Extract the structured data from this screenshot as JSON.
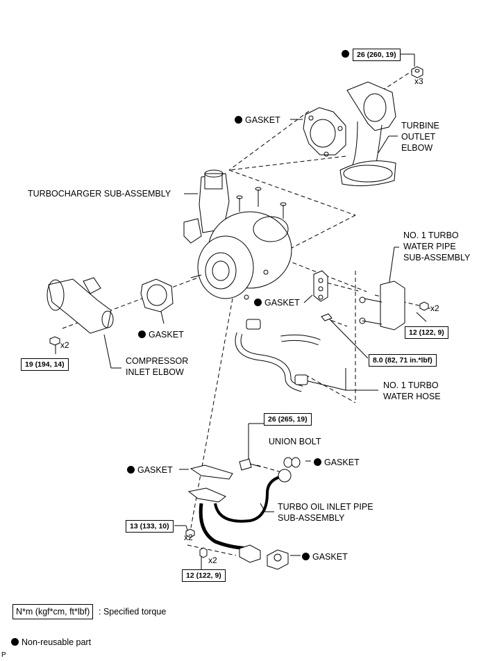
{
  "torques": {
    "t_top": "26 (260, 19)",
    "t_water_pipe": "12 (122, 9)",
    "t_bolt": "8.0 (82, 71 in.*lbf)",
    "t_compressor": "19 (194, 14)",
    "t_union": "26 (265, 19)",
    "t_oil_left": "13 (133, 10)",
    "t_oil_bottom": "12 (122, 9)"
  },
  "multipliers": {
    "m_top": "x3",
    "m_water_pipe": "x2",
    "m_compressor": "x2",
    "m_oil_left": "x2",
    "m_oil_bottom": "x2"
  },
  "labels": {
    "gasket_top": "GASKET",
    "turbine_outlet_elbow": [
      "TURBINE",
      "OUTLET",
      "ELBOW"
    ],
    "turbocharger": "TURBOCHARGER SUB-ASSEMBLY",
    "water_pipe": [
      "NO. 1 TURBO",
      "WATER PIPE",
      "SUB-ASSEMBLY"
    ],
    "gasket_mid": "GASKET",
    "gasket_compressor": "GASKET",
    "compressor_elbow": [
      "COMPRESSOR",
      "INLET ELBOW"
    ],
    "water_hose": [
      "NO. 1 TURBO",
      "WATER HOSE"
    ],
    "union_bolt": "UNION BOLT",
    "gasket_union": "GASKET",
    "gasket_oil_left": "GASKET",
    "oil_pipe": [
      "TURBO OIL INLET PIPE",
      "SUB-ASSEMBLY"
    ],
    "gasket_oil_bottom": "GASKET"
  },
  "legend": {
    "torque_box": "N*m (kgf*cm, ft*lbf)",
    "torque_text": ": Specified torque",
    "nonreusable": "Non-reusable part"
  },
  "corner_mark": "P"
}
